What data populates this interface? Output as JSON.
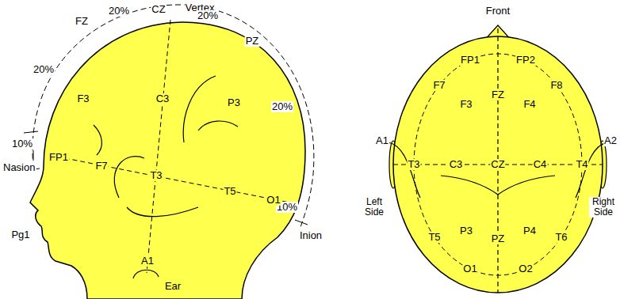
{
  "diagram": {
    "labels": [
      "Vertex",
      "FZ",
      "20%",
      "CZ",
      "20%",
      "20%",
      "PZ",
      "20%",
      "10%",
      "Nasion",
      "10%",
      "Inion",
      "FP1",
      "F3",
      "C3",
      "P3",
      "F7",
      "T3",
      "T5",
      "O1",
      "A1",
      "Ear",
      "Pg1",
      "Front",
      "FP1",
      "FP2",
      "F7",
      "F3",
      "FZ",
      "F4",
      "F8",
      "A1",
      "T3",
      "C3",
      "CZ",
      "C4",
      "T4",
      "A2",
      "Left Side",
      "Right Side",
      "P3",
      "PZ",
      "P4",
      "T5",
      "T6",
      "O1",
      "O2"
    ]
  }
}
